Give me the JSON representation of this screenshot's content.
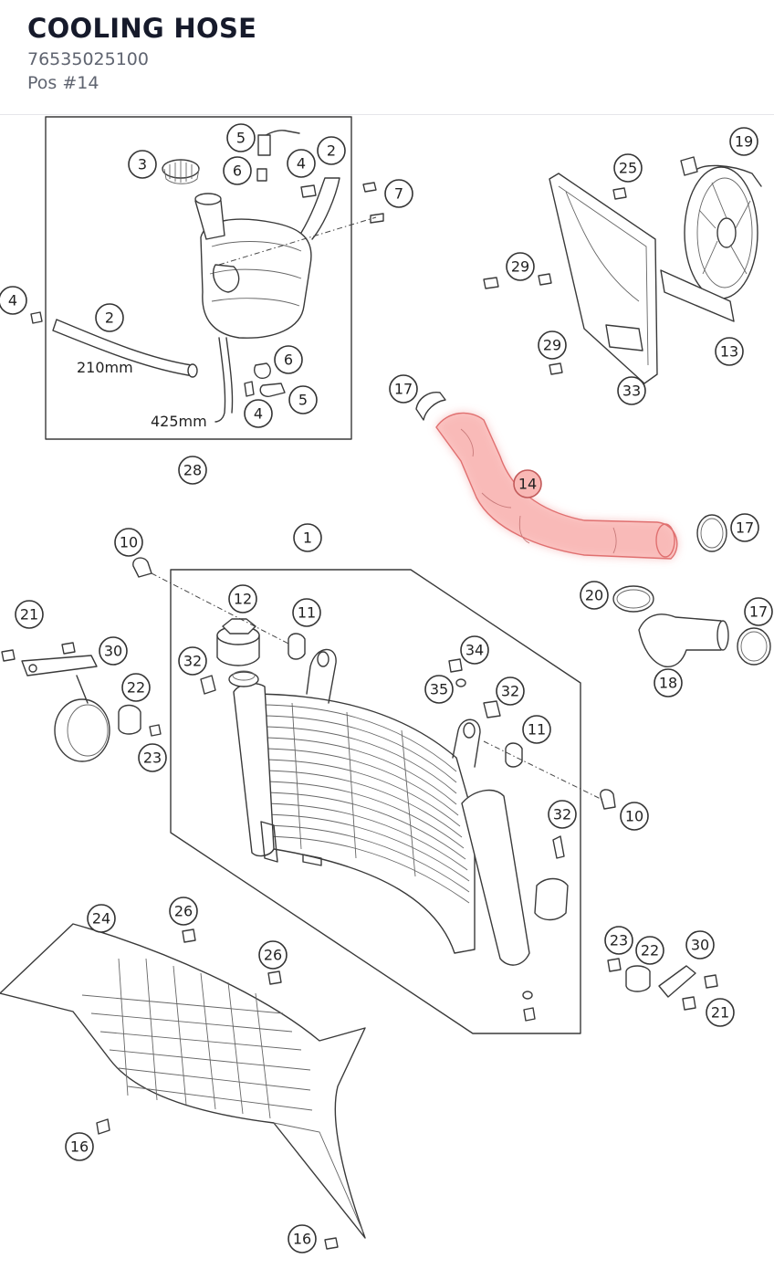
{
  "header": {
    "title": "COOLING HOSE",
    "part_number": "76535025100",
    "position": "Pos #14"
  },
  "diagram": {
    "highlight_color": "#f08a8a",
    "dimensions": {
      "hose_short": "210mm",
      "hose_long": "425mm"
    },
    "callouts": [
      {
        "id": "c-5a",
        "label": "5"
      },
      {
        "id": "c-2a",
        "label": "2"
      },
      {
        "id": "c-3",
        "label": "3"
      },
      {
        "id": "c-6a",
        "label": "6"
      },
      {
        "id": "c-4a",
        "label": "4"
      },
      {
        "id": "c-7",
        "label": "7"
      },
      {
        "id": "c-4b",
        "label": "4"
      },
      {
        "id": "c-2b",
        "label": "2"
      },
      {
        "id": "c-6b",
        "label": "6"
      },
      {
        "id": "c-5b",
        "label": "5"
      },
      {
        "id": "c-4c",
        "label": "4"
      },
      {
        "id": "c-28",
        "label": "28"
      },
      {
        "id": "c-19",
        "label": "19"
      },
      {
        "id": "c-25",
        "label": "25"
      },
      {
        "id": "c-29a",
        "label": "29"
      },
      {
        "id": "c-29b",
        "label": "29"
      },
      {
        "id": "c-13",
        "label": "13"
      },
      {
        "id": "c-33",
        "label": "33"
      },
      {
        "id": "c-17a",
        "label": "17"
      },
      {
        "id": "c-14",
        "label": "14"
      },
      {
        "id": "c-17b",
        "label": "17"
      },
      {
        "id": "c-20",
        "label": "20"
      },
      {
        "id": "c-17c",
        "label": "17"
      },
      {
        "id": "c-18",
        "label": "18"
      },
      {
        "id": "c-1",
        "label": "1"
      },
      {
        "id": "c-10a",
        "label": "10"
      },
      {
        "id": "c-12",
        "label": "12"
      },
      {
        "id": "c-11a",
        "label": "11"
      },
      {
        "id": "c-21a",
        "label": "21"
      },
      {
        "id": "c-30a",
        "label": "30"
      },
      {
        "id": "c-32a",
        "label": "32"
      },
      {
        "id": "c-22a",
        "label": "22"
      },
      {
        "id": "c-23a",
        "label": "23"
      },
      {
        "id": "c-34",
        "label": "34"
      },
      {
        "id": "c-35",
        "label": "35"
      },
      {
        "id": "c-32b",
        "label": "32"
      },
      {
        "id": "c-11b",
        "label": "11"
      },
      {
        "id": "c-10b",
        "label": "10"
      },
      {
        "id": "c-32c",
        "label": "32"
      },
      {
        "id": "c-24",
        "label": "24"
      },
      {
        "id": "c-26a",
        "label": "26"
      },
      {
        "id": "c-26b",
        "label": "26"
      },
      {
        "id": "c-23b",
        "label": "23"
      },
      {
        "id": "c-22b",
        "label": "22"
      },
      {
        "id": "c-30b",
        "label": "30"
      },
      {
        "id": "c-21b",
        "label": "21"
      },
      {
        "id": "c-16a",
        "label": "16"
      },
      {
        "id": "c-16b",
        "label": "16"
      }
    ]
  }
}
